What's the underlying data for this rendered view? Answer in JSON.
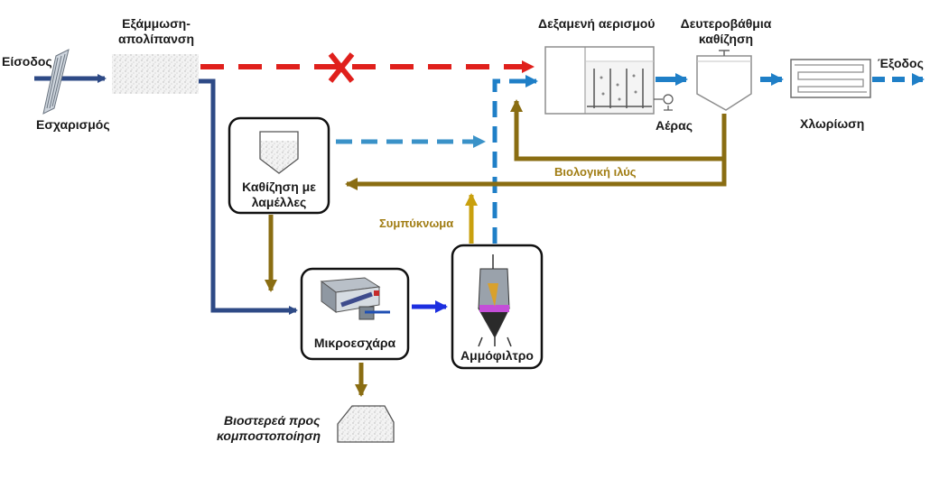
{
  "labels": {
    "inlet": "Είσοδος",
    "screening": "Εσχαρισμός",
    "degritting_line1": "Εξάμμωση-",
    "degritting_line2": "απολίπανση",
    "aeration_tank": "Δεξαμενή αερισμού",
    "secondary_line1": "Δευτεροβάθμια",
    "secondary_line2": "καθίζηση",
    "outlet": "Έξοδος",
    "air": "Αέρας",
    "chlorination": "Χλωρίωση",
    "lamella_line1": "Καθίζηση με",
    "lamella_line2": "λαμέλλες",
    "biological_sludge": "Βιολογική ιλύς",
    "concentrate": "Συμπύκνωμα",
    "microscreen": "Μικροεσχάρα",
    "sand_filter": "Αμμόφιλτρο",
    "biosolids_line1": "Βιοστερεά προς",
    "biosolids_line2": "κομποστοποίηση"
  },
  "colors": {
    "main_flow": "#2e4a86",
    "blocked_flow": "#e0201c",
    "treated_flow": "#1f7fc7",
    "sludge_flow": "#8a6d12",
    "concentrate_flow": "#c9a00e",
    "microscreen_flow": "#1c2fe0",
    "label_brown": "#a07c12"
  },
  "icons": {
    "bypass_blocked": "x-mark-icon",
    "screen": "bar-screen-icon",
    "grit_chamber": "grit-chamber-icon",
    "aeration_tank": "aeration-tank-icon",
    "air_blower": "blower-icon",
    "clarifier": "clarifier-icon",
    "chlorination": "serpentine-tank-icon",
    "lamella": "lamella-settler-icon",
    "microscreen": "drum-screen-icon",
    "sand_filter": "sand-filter-icon",
    "biosolids": "pile-icon"
  }
}
